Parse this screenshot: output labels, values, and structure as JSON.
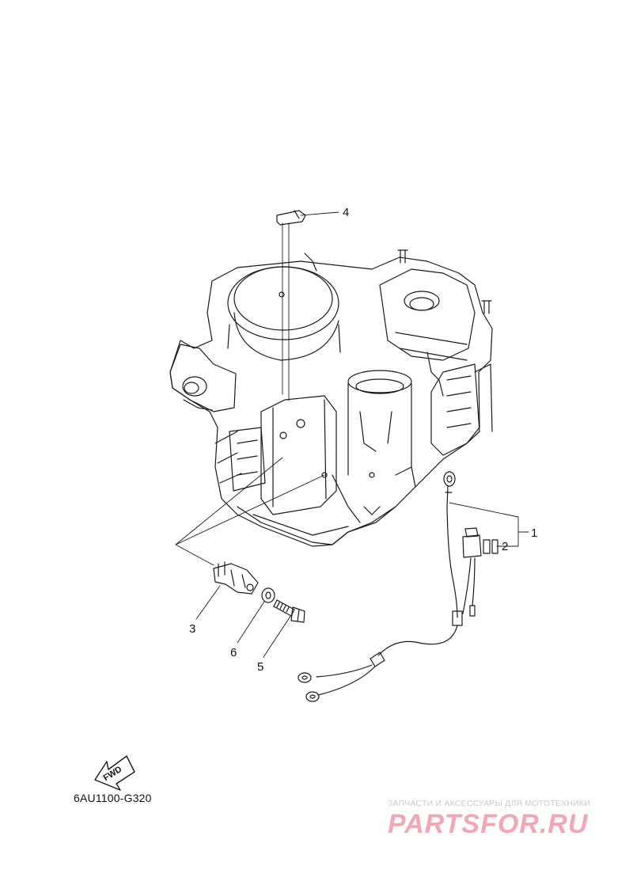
{
  "callouts": {
    "c1": "1",
    "c2": "2",
    "c3": "3",
    "c4": "4",
    "c5": "5",
    "c6": "6"
  },
  "fwd_label": "FWD",
  "diagram_code": "6AU1100-G320",
  "watermark": {
    "tagline": "ЗАПЧАСТИ И АКСЕССУАРЫ ДЛЯ МОТОТЕХНИКИ",
    "logo": "PARTSFOR.RU"
  },
  "colors": {
    "line": "#1a1a1a",
    "watermark": "#f2a8b4"
  }
}
